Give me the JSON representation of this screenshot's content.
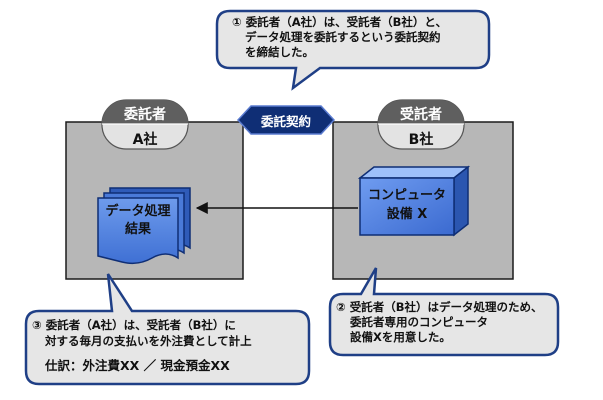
{
  "callout_top": {
    "line1": "① 委託者（A社）は、受託者（B社）と、",
    "line2": "データ処理を委託するという委託契約",
    "line3": "を締結した。"
  },
  "contract_label": "委託契約",
  "consignor": {
    "role": "委託者",
    "company": "A社"
  },
  "contractor": {
    "role": "受託者",
    "company": "B社"
  },
  "document": {
    "line1": "データ処理",
    "line2": "結果"
  },
  "computer": {
    "line1": "コンピュータ",
    "line2": "設備 X"
  },
  "callout_right": {
    "line1": "② 受託者（B社）はデータ処理のため、",
    "line2": "委託者専用のコンピュータ",
    "line3": "設備Xを用意した。"
  },
  "callout_left": {
    "line1": "③ 委託者（A社）は、受託者（B社）に",
    "line2": "対する毎月の支払いを外注費として計上",
    "line3": "仕訳：外注費XX ／ 現金預金XX"
  },
  "colors": {
    "callout_fill": "#e6e6e6",
    "callout_border": "#1f3f86",
    "company_box": "#b7b7b7",
    "header_pill": "#5f5f5f",
    "label_pill": "#e3e3e3",
    "accent_blue": "#3f72d6",
    "accent_blue_dark": "#0f2e75"
  }
}
